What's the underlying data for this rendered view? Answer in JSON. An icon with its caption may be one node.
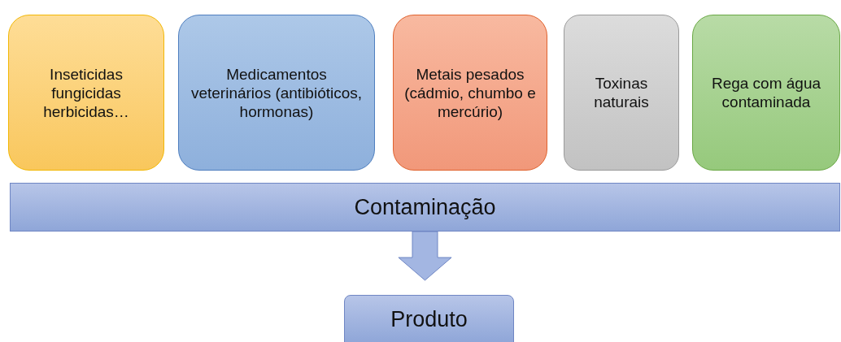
{
  "diagram": {
    "nodes": [
      {
        "text": [
          "Inseticidas fungicidas herbicidas…"
        ]
      },
      {
        "text": [
          "Medicamentos veterinários (antibióticos, hormonas)"
        ]
      },
      {
        "text": [
          "Metais pesados (cádmio, chumbo e mercúrio)"
        ]
      },
      {
        "text": [
          "Toxinas naturais"
        ]
      },
      {
        "text": [
          "Rega com água contaminada"
        ]
      },
      {
        "text": [
          "Contaminação"
        ]
      },
      {
        "text": [
          "Produto"
        ]
      }
    ],
    "edges": [
      {
        "from": 5,
        "to": 6,
        "arrow": "to",
        "style": "thick"
      }
    ]
  }
}
